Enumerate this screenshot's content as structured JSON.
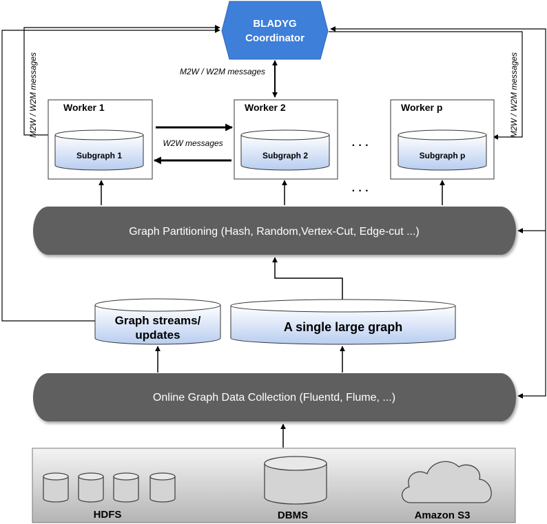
{
  "coordinator": {
    "line1": "BLADYG",
    "line2": "Coordinator"
  },
  "messages": {
    "m2w_center": "M2W / W2M messages",
    "m2w_left": "M2W / W2M messages",
    "m2w_right": "M2W / W2M messages",
    "w2w": "W2W messages"
  },
  "workers": [
    {
      "title": "Worker 1",
      "subgraph": "Subgraph 1"
    },
    {
      "title": "Worker 2",
      "subgraph": "Subgraph 2"
    },
    {
      "title": "Worker p",
      "subgraph": "Subgraph p"
    }
  ],
  "ellipsis": "· · ·",
  "partitioning": "Graph Partitioning (Hash, Random,Vertex-Cut, Edge-cut ...)",
  "streams": {
    "line1": "Graph streams/",
    "line2": "updates"
  },
  "large_graph": "A single large graph",
  "collection": "Online Graph Data Collection (Fluentd, Flume, ...)",
  "sources": {
    "hdfs": "HDFS",
    "dbms": "DBMS",
    "s3": "Amazon S3"
  },
  "colors": {
    "coordinator": "#3d7fd9",
    "pill": "#5f5f5f",
    "cyl_top": "#ffffff",
    "cyl_bottom": "#b8cdf0"
  }
}
